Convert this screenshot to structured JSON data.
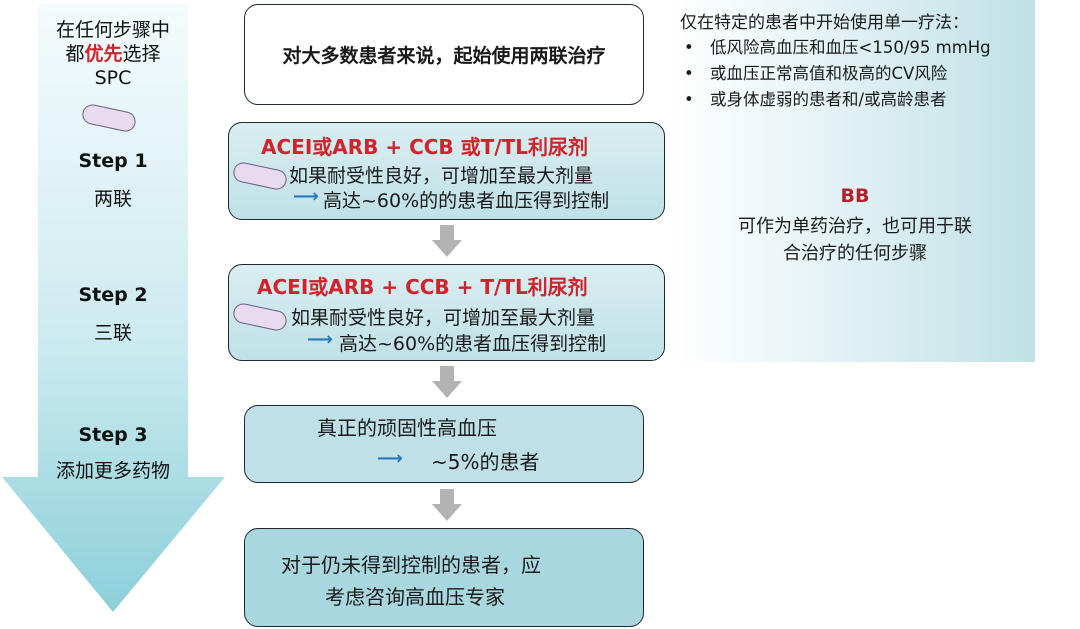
{
  "left": {
    "intro_line1": "在任何步骤中",
    "intro_line2a": "都",
    "intro_line2_highlight": "优先",
    "intro_line2b": "选择",
    "intro_line3": "SPC",
    "step1_label": "Step 1",
    "step1_sub": "两联",
    "step2_label": "Step 2",
    "step2_sub": "三联",
    "step3_label": "Step 3",
    "step3_sub": "添加更多药物"
  },
  "center": {
    "top_box": "对大多数患者来说，起始使用两联治疗",
    "step1_title": "ACEI或ARB + CCB 或T/TL利尿剂",
    "step1_line1": "如果耐受性良好，可增加至最大剂量",
    "step1_line2": "高达~60%的的患者血压得到控制",
    "step2_title": "ACEI或ARB + CCB + T/TL利尿剂",
    "step2_line1": "如果耐受性良好，可增加至最大剂量",
    "step2_line2": "高达~60%的患者血压得到控制",
    "resist_line1": "真正的顽固性高血压",
    "resist_line2": "~5%的患者",
    "refer_line1": "对于仍未得到控制的患者，应",
    "refer_line2": "考虑咨询高血压专家",
    "arrow_glyph": "⟶"
  },
  "right": {
    "header": "仅在特定的患者中开始使用单一疗法：",
    "bullets": [
      "低风险高血压和血压<150/95 mmHg",
      "或血压正常高值和极高的CV风险",
      "或身体虚弱的患者和/或高龄患者"
    ],
    "bullet_glyph": "•",
    "bb_title": "BB",
    "bb_desc_line1": "可作为单药治疗，也可用于联",
    "bb_desc_line2": "合治疗的任何步骤"
  },
  "colors": {
    "accent_red": "#d0232b",
    "arrow_teal_top": "#f0f9fa",
    "arrow_teal_bottom": "#8fd0da",
    "gray_arrow": "#b3b3b3",
    "blue_arrow": "#2a77bf"
  }
}
